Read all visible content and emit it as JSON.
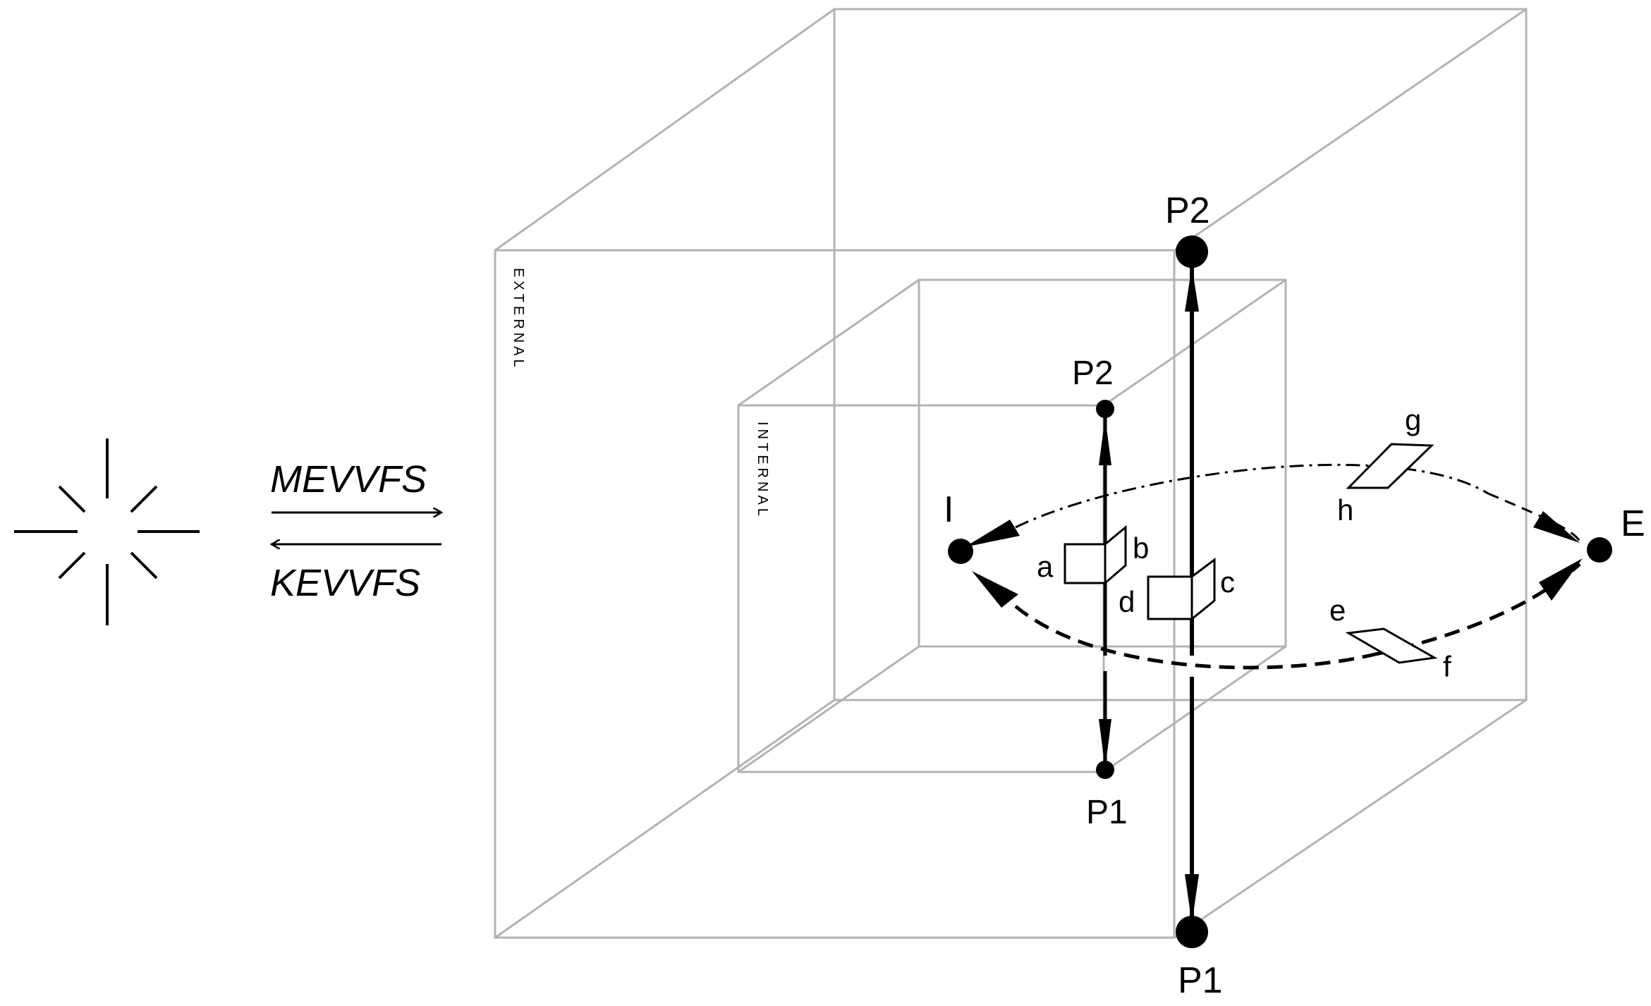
{
  "operators": {
    "forward": "MEVVFS",
    "backward": "KEVVFS"
  },
  "regions": {
    "external": "EXTERNAL",
    "internal": "INTERNAL"
  },
  "points": {
    "outer_top": "P2",
    "outer_bottom": "P1",
    "inner_top": "P2",
    "inner_bottom": "P1",
    "internal": "I",
    "external": "E"
  },
  "faces": [
    "a",
    "b",
    "c",
    "d",
    "e",
    "f",
    "g",
    "h"
  ],
  "colors": {
    "ink": "#000000",
    "box": "#b3b3b3"
  },
  "icons": {
    "vertex": "starburst-icon"
  }
}
